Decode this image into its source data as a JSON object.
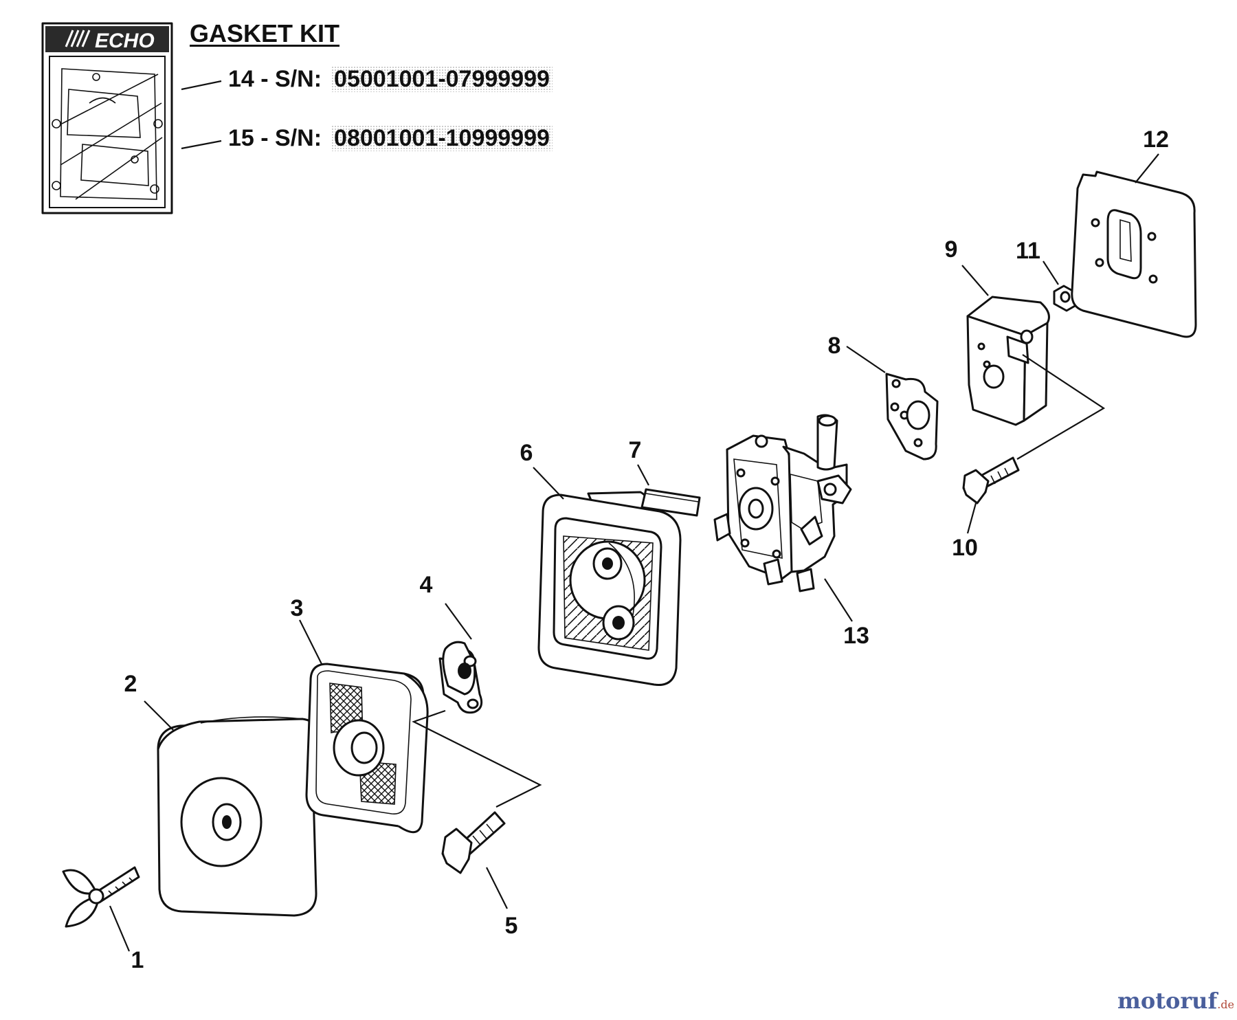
{
  "gasket_kit": {
    "title": "GASKET KIT",
    "logo_text": "ECHO",
    "rows": [
      {
        "item": "14 - S/N:",
        "serial": "05001001-07999999"
      },
      {
        "item": "15 - S/N:",
        "serial": "08001001-10999999"
      }
    ]
  },
  "callouts": [
    "1",
    "2",
    "3",
    "4",
    "5",
    "6",
    "7",
    "8",
    "9",
    "10",
    "11",
    "12",
    "13"
  ],
  "watermark": {
    "main": "motoruf",
    "tld": ".de"
  }
}
